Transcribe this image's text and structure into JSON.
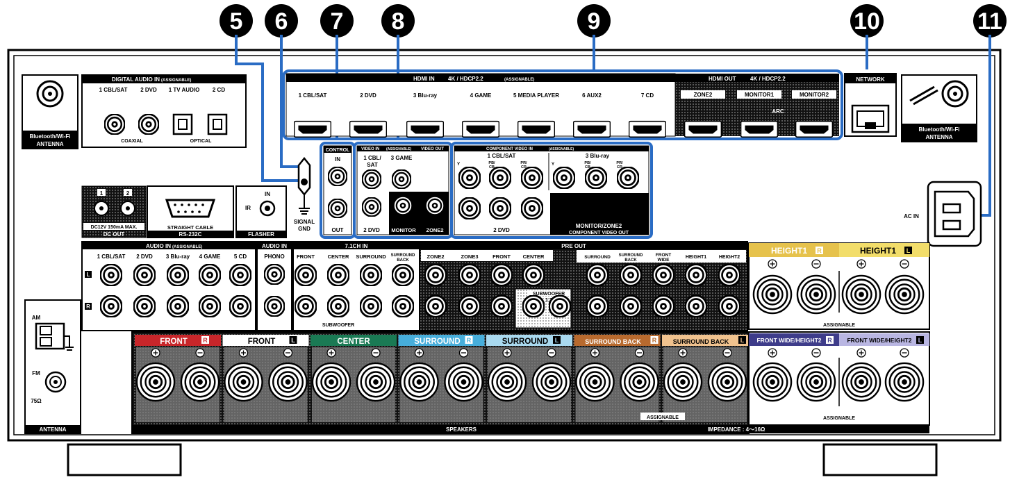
{
  "callouts": [
    "5",
    "6",
    "7",
    "8",
    "9",
    "10",
    "11"
  ],
  "digital_audio": {
    "title": "DIGITAL AUDIO IN",
    "title_suffix": "(ASSIGNABLE)",
    "inputs": [
      "1 CBL/SAT",
      "2 DVD",
      "1 TV AUDIO",
      "2 CD"
    ],
    "coaxial": "COAXIAL",
    "optical": "OPTICAL"
  },
  "antenna_bt_left": [
    "Bluetooth/Wi-Fi",
    "ANTENNA"
  ],
  "antenna_bt_right": [
    "Bluetooth/Wi-Fi",
    "ANTENNA"
  ],
  "hdmi_in": {
    "title": "HDMI IN",
    "spec": "4K / HDCP2.2",
    "suffix": "(ASSIGNABLE)",
    "ports": [
      "1 CBL/SAT",
      "2 DVD",
      "3 Blu-ray",
      "4 GAME",
      "5 MEDIA PLAYER",
      "6 AUX2",
      "7 CD"
    ]
  },
  "hdmi_out": {
    "title": "HDMI OUT",
    "spec": "4K / HDCP2.2",
    "ports": [
      "ZONE2",
      "MONITOR1",
      "MONITOR2"
    ],
    "arc": "ARC"
  },
  "network": "NETWORK",
  "dc_out": {
    "ports": [
      "1",
      "2"
    ],
    "spec": "DC12V 150mA MAX.",
    "title": "DC OUT"
  },
  "rs232c": {
    "note": "STRAIGHT CABLE",
    "title": "RS-232C"
  },
  "flasher": {
    "in": "IN",
    "ir": "IR",
    "title": "FLASHER"
  },
  "signal_gnd": [
    "SIGNAL",
    "GND"
  ],
  "control": {
    "title": "CONTROL",
    "in": "IN",
    "out": "OUT"
  },
  "video_in": {
    "title": "VIDEO IN",
    "suffix": "(ASSIGNABLE)",
    "inputs": [
      "1 CBL/",
      "SAT",
      "3 GAME",
      "2 DVD"
    ],
    "video_out": "VIDEO OUT",
    "monitor": "MONITOR",
    "zone2": "ZONE2"
  },
  "component_in": {
    "title": "COMPONENT VIDEO IN",
    "suffix": "(ASSIGNABLE)",
    "inputs": [
      "1 CBL/SAT",
      "3 Blu-ray",
      "2 DVD"
    ],
    "y": "Y",
    "pb": "PB/",
    "cb": "CB",
    "pr": "PR/",
    "cr": "CR"
  },
  "component_out": {
    "monitor_zone2": "MONITOR/ZONE2",
    "title": "COMPONENT VIDEO OUT"
  },
  "ac_in": "AC IN",
  "audio_in": {
    "title": "AUDIO IN",
    "suffix": "(ASSIGNABLE)",
    "inputs": [
      "1 CBL/SAT",
      "2 DVD",
      "3 Blu-ray",
      "4 GAME",
      "5 CD"
    ],
    "l": "L",
    "r": "R"
  },
  "audio_in_phono": {
    "title": "AUDIO IN",
    "label": "PHONO"
  },
  "ch71_in": {
    "title": "7.1CH IN",
    "channels": [
      "FRONT",
      "CENTER",
      "SURROUND",
      "SURROUND",
      "BACK"
    ],
    "subwoofer": "SUBWOOFER"
  },
  "pre_out": {
    "title": "PRE OUT",
    "channels": [
      "ZONE2",
      "ZONE3",
      "FRONT",
      "CENTER",
      "SURROUND",
      "SURROUND",
      "BACK",
      "FRONT",
      "WIDE",
      "HEIGHT1",
      "HEIGHT2"
    ],
    "subwoofer": "SUBWOOFER",
    "sub_nums": "1  2"
  },
  "height_speakers": {
    "h1r": "HEIGHT1",
    "h1l": "HEIGHT1",
    "assignable": "ASSIGNABLE"
  },
  "fw_speakers": {
    "fwr": "FRONT WIDE/HEIGHT2",
    "fwl": "FRONT WIDE/HEIGHT2",
    "assignable": "ASSIGNABLE"
  },
  "speakers": {
    "labels": [
      "FRONT",
      "FRONT",
      "CENTER",
      "SURROUND",
      "SURROUND",
      "SURROUND BACK",
      "SURROUND BACK"
    ],
    "sides": [
      "R",
      "L",
      "",
      "R",
      "L",
      "R",
      "L"
    ],
    "title": "SPEAKERS",
    "assignable": "ASSIGNABLE",
    "impedance": "IMPEDANCE : 4～16Ω"
  },
  "antenna": {
    "am": "AM",
    "fm": "FM",
    "ohm": "75Ω",
    "title": "ANTENNA"
  },
  "colors": {
    "callout": "#000000",
    "highlight": "#2a6cc4",
    "front_r": "#c8262a",
    "center": "#1a7a54",
    "surround_r": "#47aedb",
    "surround_l": "#a9d9ef",
    "sb_r": "#b86a2e",
    "sb_l": "#f0c28e",
    "height": "#e6c24c",
    "height_l": "#f2dd6a",
    "fw_r": "#3e3c8a",
    "fw_l": "#b9b6e2"
  }
}
